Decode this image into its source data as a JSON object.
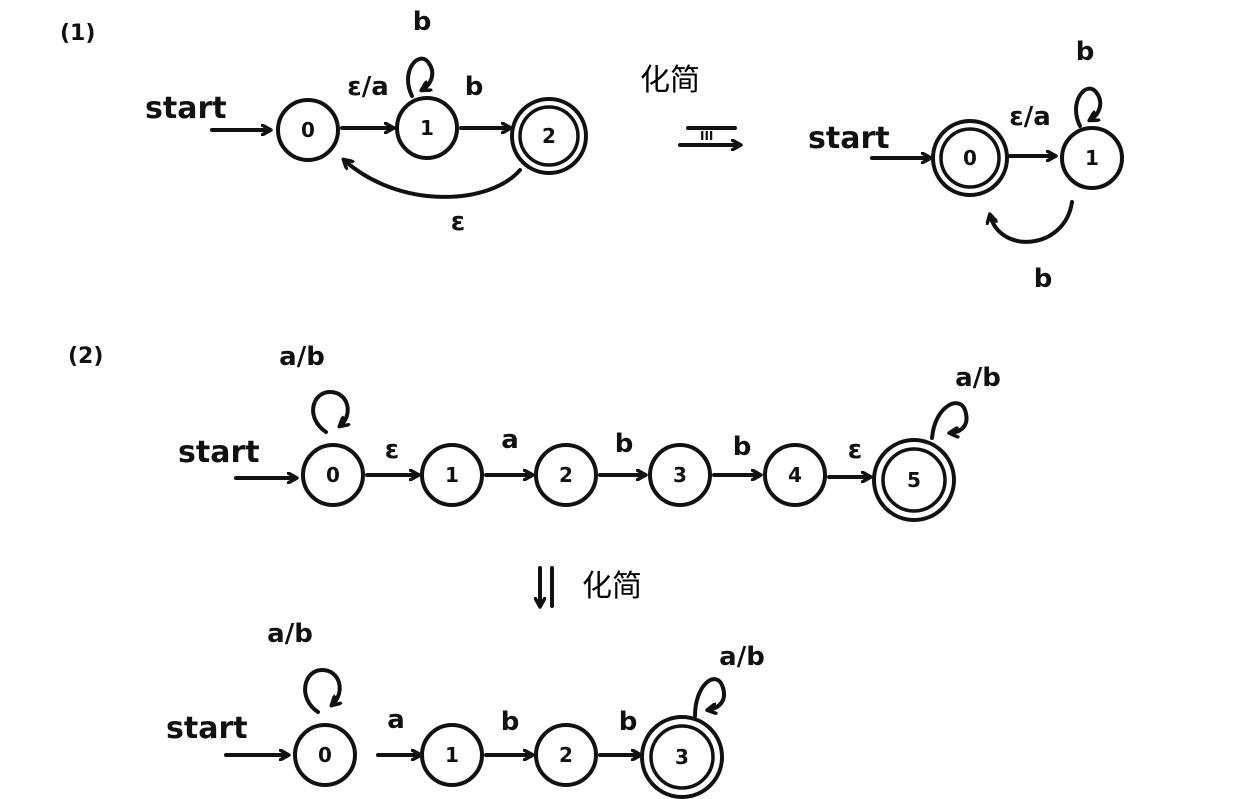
{
  "parts": {
    "part1_label": "(1)",
    "part2_label": "(2)"
  },
  "annotations": {
    "simplify_top": "化简",
    "simplify_bottom": "化简",
    "equivalent_mark": "III"
  },
  "start_label": "start",
  "diagram1": {
    "states": [
      "0",
      "1",
      "2"
    ],
    "final_states": [
      "2"
    ],
    "edges": [
      {
        "from": "0",
        "to": "1",
        "label": "ε/a"
      },
      {
        "from": "1",
        "to": "1",
        "label": "b"
      },
      {
        "from": "1",
        "to": "2",
        "label": "b"
      },
      {
        "from": "2",
        "to": "0",
        "label": "ε"
      }
    ]
  },
  "diagram2": {
    "states": [
      "0",
      "1"
    ],
    "final_states": [
      "0"
    ],
    "edges": [
      {
        "from": "0",
        "to": "1",
        "label": "ε/a"
      },
      {
        "from": "1",
        "to": "1",
        "label": "b"
      },
      {
        "from": "1",
        "to": "0",
        "label": "b"
      }
    ]
  },
  "diagram3": {
    "states": [
      "0",
      "1",
      "2",
      "3",
      "4",
      "5"
    ],
    "final_states": [
      "5"
    ],
    "edges": [
      {
        "from": "0",
        "to": "0",
        "label": "a/b"
      },
      {
        "from": "0",
        "to": "1",
        "label": "ε"
      },
      {
        "from": "1",
        "to": "2",
        "label": "a"
      },
      {
        "from": "2",
        "to": "3",
        "label": "b"
      },
      {
        "from": "3",
        "to": "4",
        "label": "b"
      },
      {
        "from": "4",
        "to": "5",
        "label": "ε"
      },
      {
        "from": "5",
        "to": "5",
        "label": "a/b"
      }
    ]
  },
  "diagram4": {
    "states": [
      "0",
      "1",
      "2",
      "3"
    ],
    "final_states": [
      "3"
    ],
    "edges": [
      {
        "from": "0",
        "to": "0",
        "label": "a/b"
      },
      {
        "from": "0",
        "to": "1",
        "label": "a"
      },
      {
        "from": "1",
        "to": "2",
        "label": "b"
      },
      {
        "from": "2",
        "to": "3",
        "label": "b"
      },
      {
        "from": "3",
        "to": "3",
        "label": "a/b"
      }
    ]
  }
}
